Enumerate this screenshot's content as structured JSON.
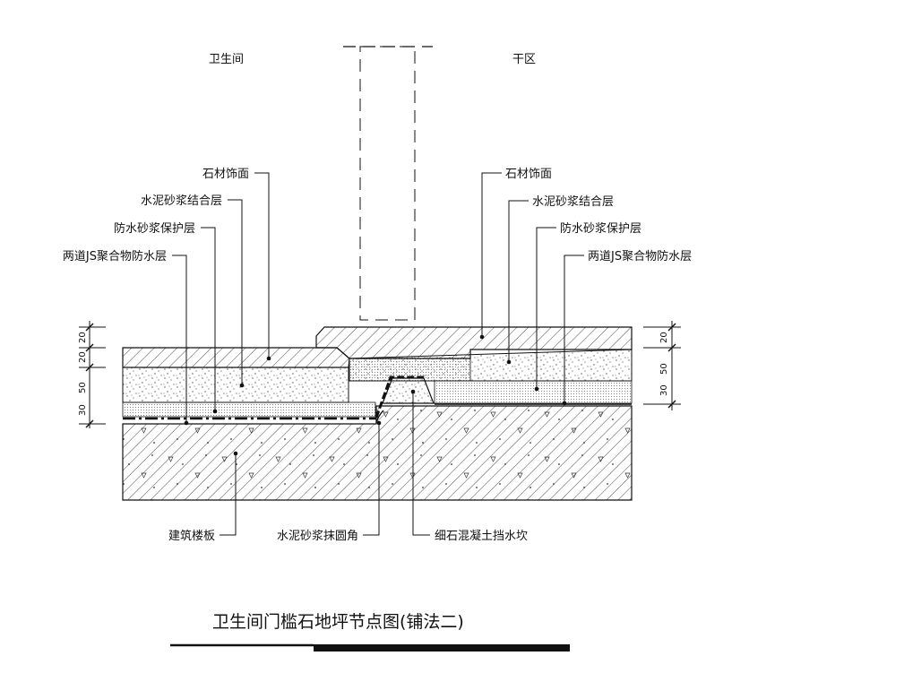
{
  "zones": {
    "left": "卫生间",
    "right": "干区"
  },
  "labels_left": [
    "石材饰面",
    "水泥砂浆结合层",
    "防水砂浆保护层",
    "两道JS聚合物防水层"
  ],
  "labels_right": [
    "石材饰面",
    "水泥砂浆结合层",
    "防水砂浆保护层",
    "两道JS聚合物防水层"
  ],
  "labels_bottom": [
    "建筑楼板",
    "水泥砂浆抹圆角",
    "细石混凝土挡水坎"
  ],
  "dimensions_left": [
    "20",
    "20",
    "30",
    "50"
  ],
  "dimensions_right": [
    "20",
    "30",
    "50"
  ],
  "title": "卫生间门槛石地坪节点图(铺法二)"
}
